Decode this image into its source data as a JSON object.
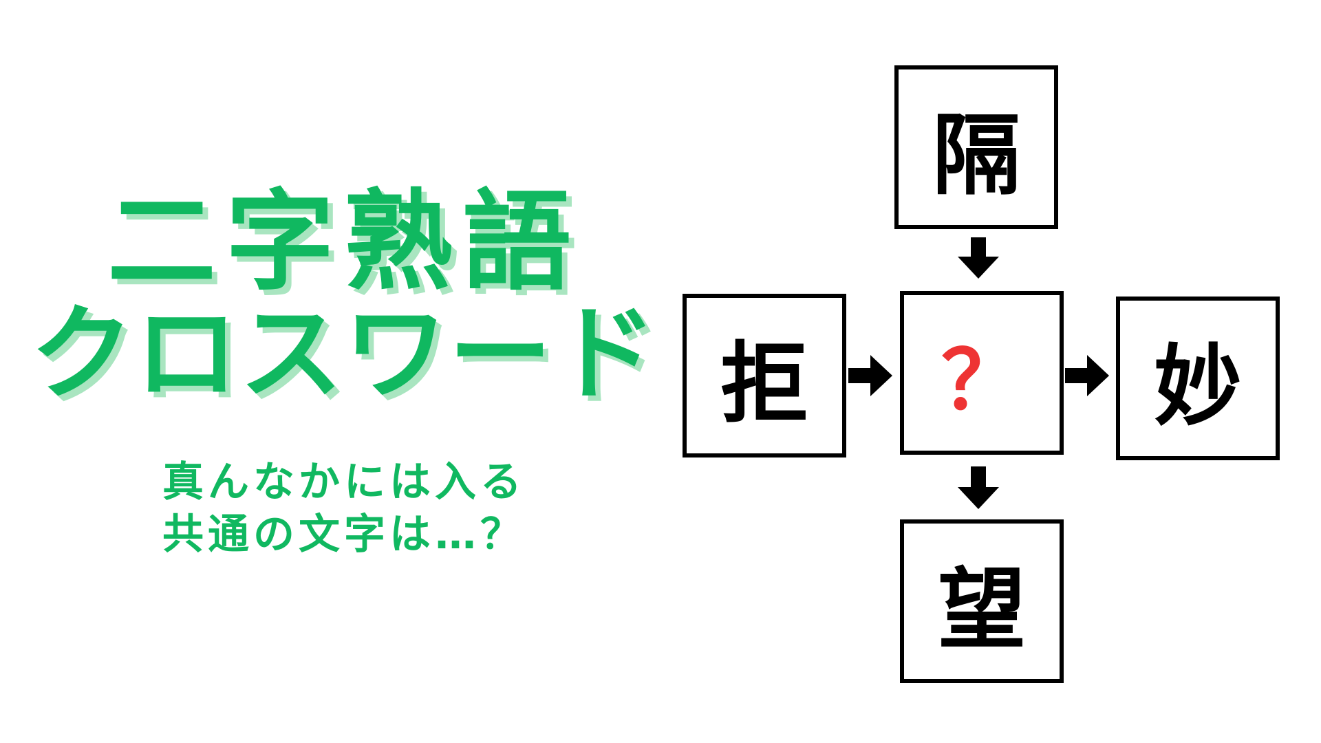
{
  "title": {
    "line1": "二字熟語",
    "line2": "クロスワード"
  },
  "subtitle": {
    "line1": "真んなかには入る",
    "line2": "共通の文字は…？"
  },
  "puzzle": {
    "top": "隔",
    "left": "拒",
    "center": "？",
    "right": "妙",
    "bottom": "望"
  },
  "colors": {
    "title_green": "#10b860",
    "title_shadow": "#a9e5c0",
    "question_red": "#ee3333",
    "box_border": "#000000"
  }
}
